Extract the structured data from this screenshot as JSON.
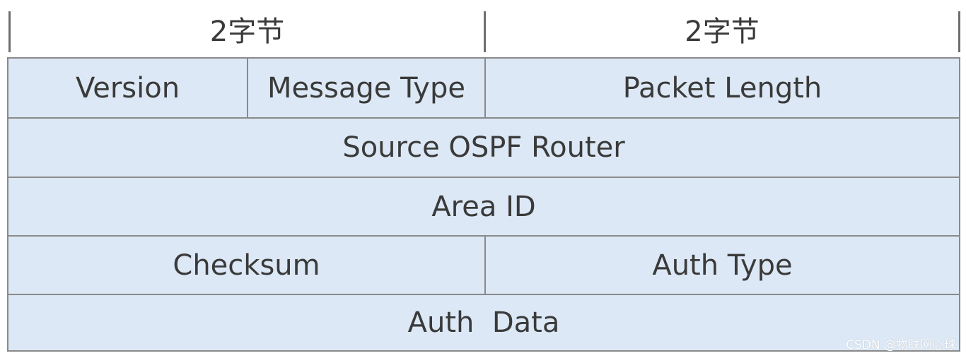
{
  "header": {
    "left_label": "2字节",
    "right_label": "2字节"
  },
  "packet": {
    "rows": [
      [
        "Version",
        "Message Type",
        "Packet Length"
      ],
      [
        "Source OSPF Router"
      ],
      [
        "Area ID"
      ],
      [
        "Checksum",
        "Auth Type"
      ],
      [
        "Auth  Data"
      ]
    ]
  },
  "colors": {
    "field_fill": "#dce8f5",
    "border": "#8a8a8a",
    "text": "#3a3a3a"
  },
  "watermark": "CSDN @物联网心球"
}
